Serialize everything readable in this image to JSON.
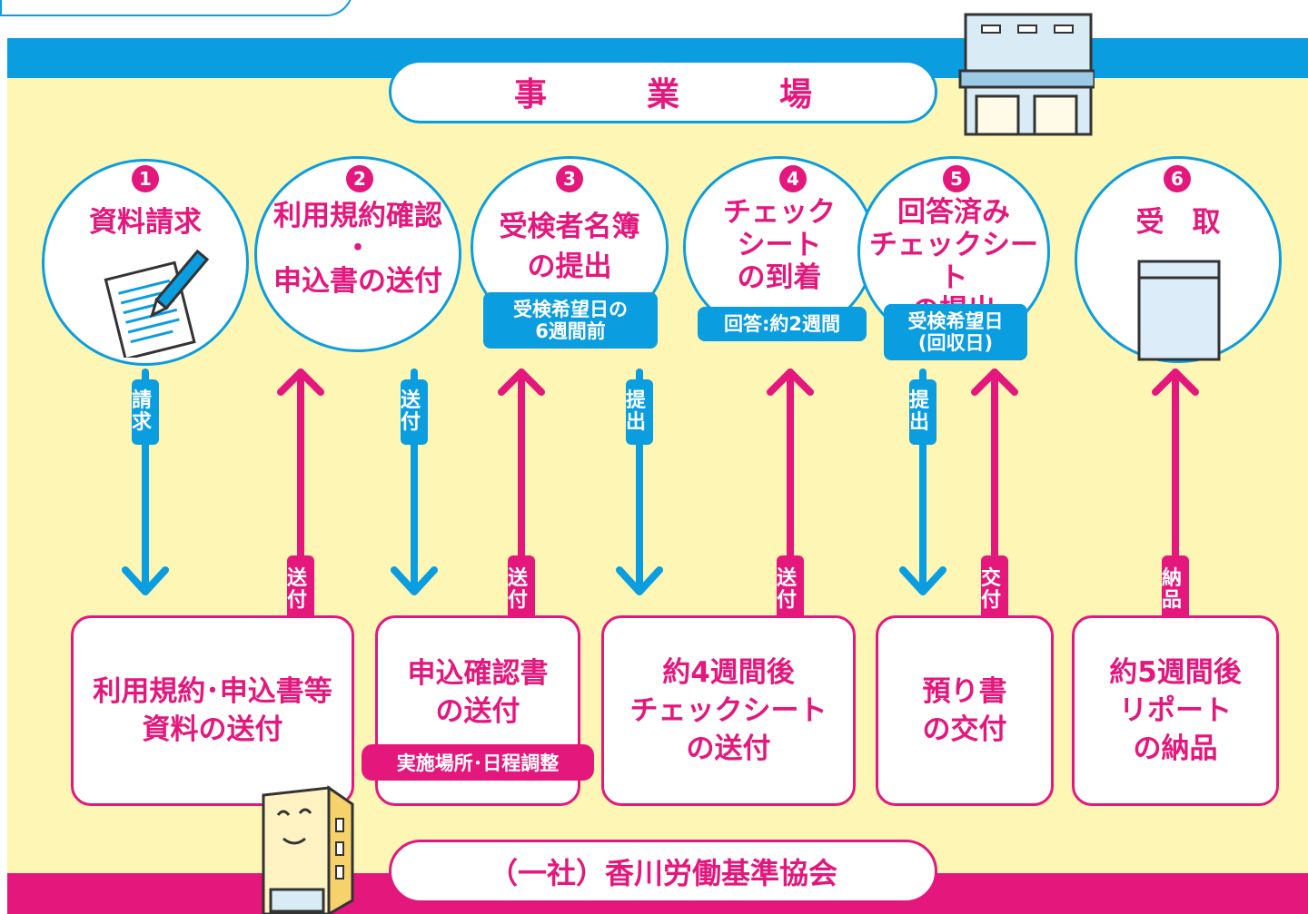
{
  "header": {
    "title": "事業場"
  },
  "footer": {
    "title": "（一社）香川労働基準協会"
  },
  "steps": [
    {
      "num": "1",
      "title": "資料請求"
    },
    {
      "num": "2",
      "title": "利用規約確認\n・\n申込書の送付"
    },
    {
      "num": "3",
      "title": "受検者名簿\nの提出",
      "tag": "受検希望日の\n6週間前"
    },
    {
      "num": "4",
      "title": "チェック\nシート\nの到着",
      "tag": "回答:約2週間"
    },
    {
      "num": "5",
      "title": "回答済み\nチェックシート\nの提出",
      "tag": "受検希望日\n(回収日)"
    },
    {
      "num": "6",
      "title": "受　取"
    }
  ],
  "arrow_labels": {
    "a1": "請求",
    "a2": "送付",
    "a3": "送付",
    "a4": "送付",
    "a5": "提出",
    "a6": "送付",
    "a7": "提出",
    "a8": "交付",
    "a9": "納品"
  },
  "boxes": [
    {
      "text": "利用規約･申込書等\n資料の送付"
    },
    {
      "text": "申込確認書\nの送付",
      "tag": "実施場所･日程調整"
    },
    {
      "text": "約4週間後\nチェックシート\nの送付"
    },
    {
      "text": "預り書\nの交付"
    },
    {
      "text": "約5週間後\nリポート\nの納品"
    }
  ],
  "colors": {
    "blue": "#0a9de0",
    "pink": "#e4177d",
    "bg": "#fdf6b4"
  },
  "icons": [
    "document-pen-icon",
    "envelope-icon",
    "factory-building-icon",
    "association-building-mascot-icon"
  ]
}
